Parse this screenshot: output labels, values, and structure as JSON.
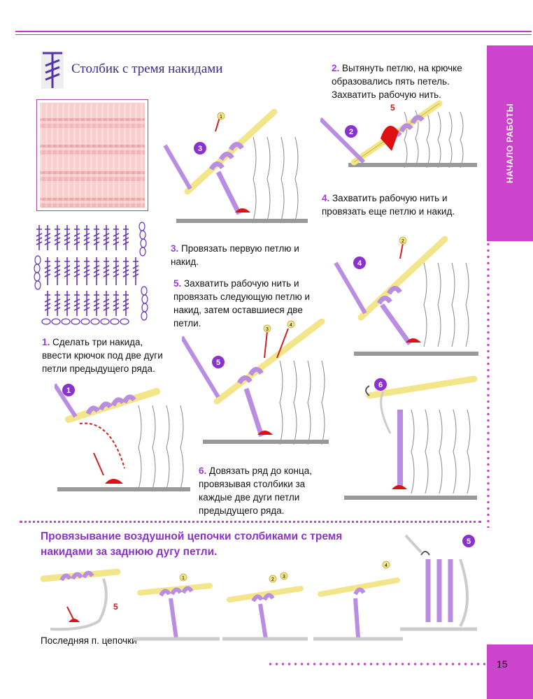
{
  "header": {
    "title": "Столбик с тремя накидами"
  },
  "side_tab": {
    "label": "НАЧАЛО РАБОТЫ"
  },
  "page": {
    "number": "15"
  },
  "steps": {
    "s1": {
      "num": "1.",
      "text": "Сделать три накида, ввести крючок под две дуги петли предыдущего ряда.",
      "badge": "1"
    },
    "s2": {
      "num": "2.",
      "text": "Вытянуть петлю, на крючке образовались пять петель. Захватить рабочую нить.",
      "badge": "2",
      "mark": "5"
    },
    "s3": {
      "num": "3.",
      "text": "Провязать первую петлю и накид.",
      "badge": "3",
      "mark": "1"
    },
    "s4": {
      "num": "4.",
      "text": "Захватить рабочую нить и провязать еще петлю и накид.",
      "badge": "4",
      "mark": "2"
    },
    "s5": {
      "num": "5.",
      "text": "Захватить рабочую нить и провязать следующую петлю и накид, затем оставшиеся две петли.",
      "badge": "5",
      "marks": [
        "3",
        "4"
      ]
    },
    "s6": {
      "num": "6.",
      "text": "Довязать ряд до конца, провязывая столбики за каждые две дуги петли предыдущего ряда.",
      "badge": "6"
    }
  },
  "bottom": {
    "title": "Провязывание воздушной цепочки столбиками с тремя накидами за заднюю дугу петли.",
    "caption": "Последняя п. цепочки",
    "mark5": "5",
    "marks": [
      "1",
      "2",
      "3",
      "4"
    ],
    "badge": "5"
  },
  "colors": {
    "accent": "#cc44cc",
    "yarn": "#b98ee0",
    "hook": "#f3e58a",
    "red": "#dd1111",
    "badge": "#8a33cc"
  }
}
